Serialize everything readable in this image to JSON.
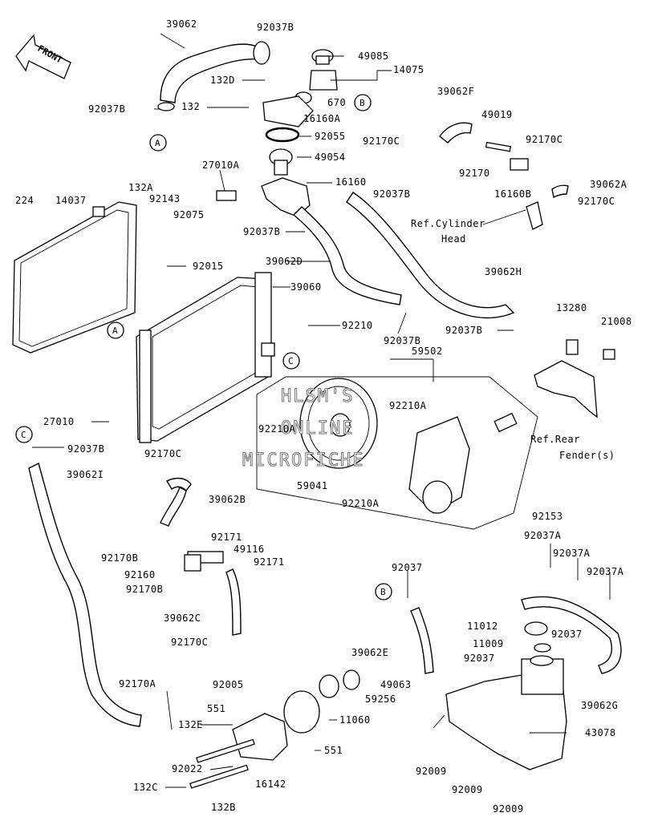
{
  "labels": {
    "p39062": "39062",
    "p92037B_top": "92037B",
    "p49085": "49085",
    "p14075": "14075",
    "p132D": "132D",
    "p92037B_left": "92037B",
    "p132": "132",
    "p670": "670",
    "p16160A": "16160A",
    "p92055": "92055",
    "p39062F": "39062F",
    "p49019": "49019",
    "p92170C_a": "92170C",
    "p92170C_b": "92170C",
    "p49054": "49054",
    "p27010A": "27010A",
    "p16160": "16160",
    "p92170": "92170",
    "p16160B": "16160B",
    "p39062A": "39062A",
    "p92170C_c": "92170C",
    "p92037B_mid": "92037B",
    "p224": "224",
    "p14037": "14037",
    "p132A": "132A",
    "p92143": "92143",
    "p92075": "92075",
    "ref_cyl_1": "Ref.Cylinder",
    "ref_cyl_2": "Head",
    "p92037B_hose": "92037B",
    "p92015": "92015",
    "p39062D": "39062D",
    "p39060": "39060",
    "p39062H": "39062H",
    "p13280": "13280",
    "p21008": "21008",
    "p92210": "92210",
    "p92037B_low": "92037B",
    "p92037B_right": "92037B",
    "p59502": "59502",
    "p92210A_a": "92210A",
    "p92210A_b": "92210A",
    "p27010": "27010",
    "ref_rear_1": "Ref.Rear",
    "ref_rear_2": "Fender(s)",
    "p92037B_c": "92037B",
    "p39062I": "39062I",
    "p92170C_d": "92170C",
    "p59041": "59041",
    "p92210A_c": "92210A",
    "p92153": "92153",
    "p39062B": "39062B",
    "p92037A_a": "92037A",
    "p92171_a": "92171",
    "p49116": "49116",
    "p92037A_b": "92037A",
    "p92170B_a": "92170B",
    "p92171_b": "92171",
    "p92037A_c": "92037A",
    "p92160": "92160",
    "p92037": "92037",
    "p92170B_b": "92170B",
    "p39062C": "39062C",
    "p11012": "11012",
    "p92170C_e": "92170C",
    "p11009": "11009",
    "p92037_b": "92037",
    "p39062E": "39062E",
    "p92037_c": "92037",
    "p92170A": "92170A",
    "p92005": "92005",
    "p49063": "49063",
    "p59256": "59256",
    "p39062G": "39062G",
    "p551_a": "551",
    "p11060": "11060",
    "p132E": "132E",
    "p43078": "43078",
    "p551_b": "551",
    "p92022": "92022",
    "p92009_a": "92009",
    "p132C": "132C",
    "p16142": "16142",
    "p92009_b": "92009",
    "p132B": "132B",
    "p92009_c": "92009"
  },
  "markers": {
    "A_top": "A",
    "B_top": "B",
    "A_left": "A",
    "C_right": "C",
    "C_left": "C",
    "B_low": "B"
  },
  "front_label": "FRONT",
  "watermark": [
    "HLSM'S",
    "ONLINE",
    "MICROFICHE"
  ]
}
